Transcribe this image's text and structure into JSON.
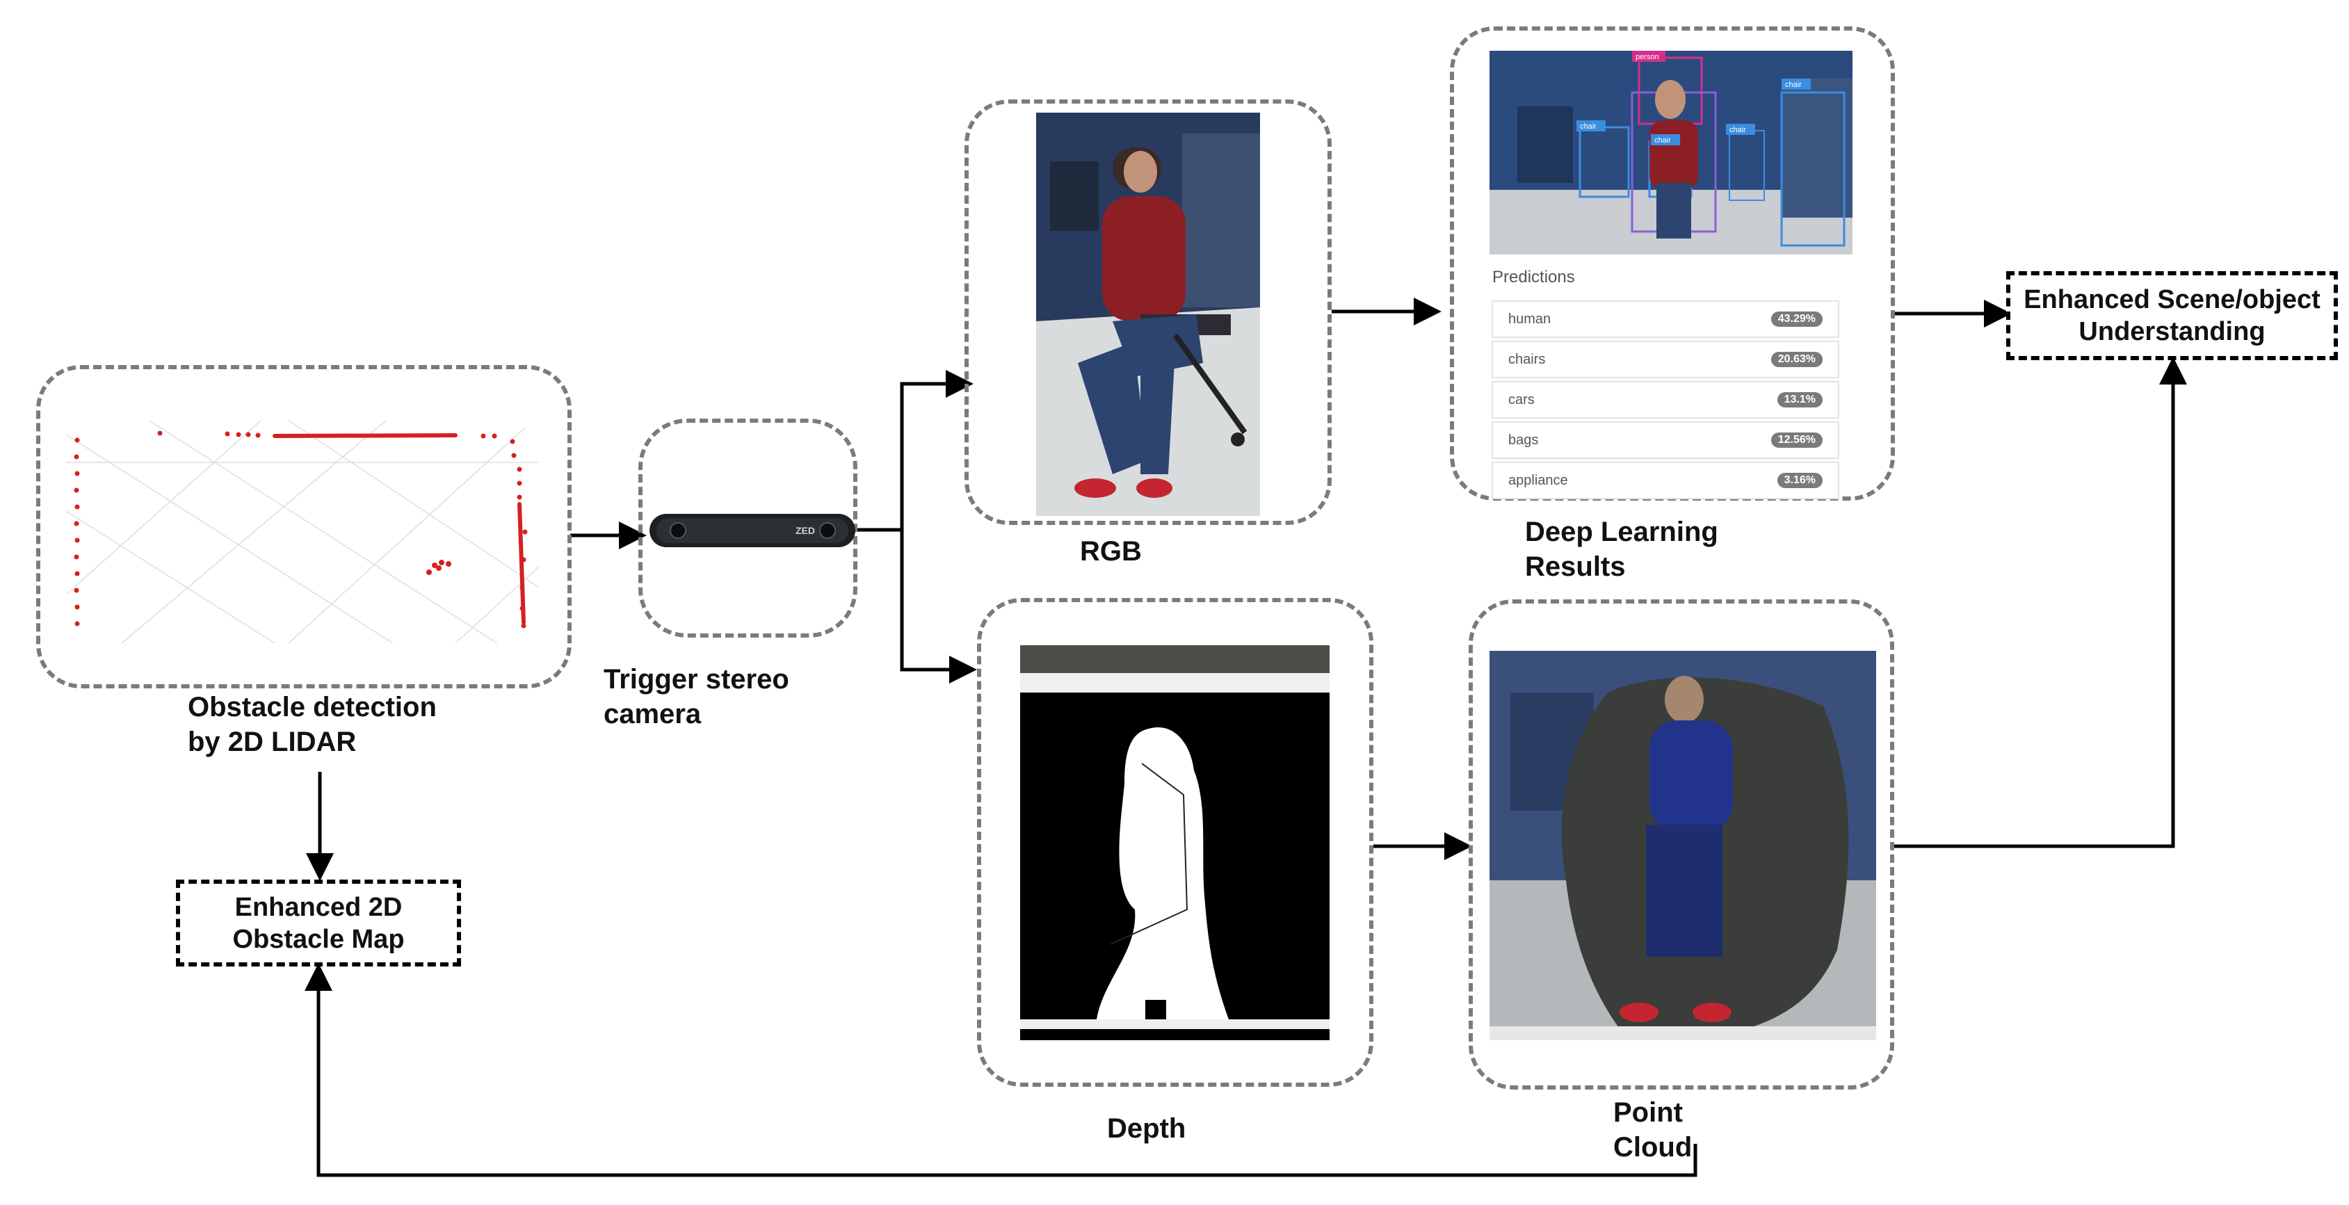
{
  "nodes": {
    "lidar_label": "Obstacle detection\nby 2D LIDAR",
    "camera_label": "Trigger stereo\ncamera",
    "rgb_label": "RGB",
    "depth_label": "Depth",
    "dl_label": "Deep Learning\nResults",
    "pointcloud_label": "Point\nCloud",
    "obstacle_map_label": "Enhanced 2D\nObstacle Map",
    "scene_label": "Enhanced Scene/object\nUnderstanding"
  },
  "camera_badge": "ZED",
  "detections": [
    "person",
    "chair",
    "chair",
    "chair",
    "chair"
  ],
  "predictions": {
    "title": "Predictions",
    "items": [
      {
        "name": "human",
        "value": "43.29%"
      },
      {
        "name": "chairs",
        "value": "20.63%"
      },
      {
        "name": "cars",
        "value": "13.1%"
      },
      {
        "name": "bags",
        "value": "12.56%"
      },
      {
        "name": "appliance",
        "value": "3.16%"
      }
    ]
  },
  "colors": {
    "dashed_border": "#7b7b7b",
    "lidar_points": "#d62020",
    "arrow": "#000000",
    "depth_background": "#000000",
    "pointcloud_gray": "#3a3d39"
  }
}
